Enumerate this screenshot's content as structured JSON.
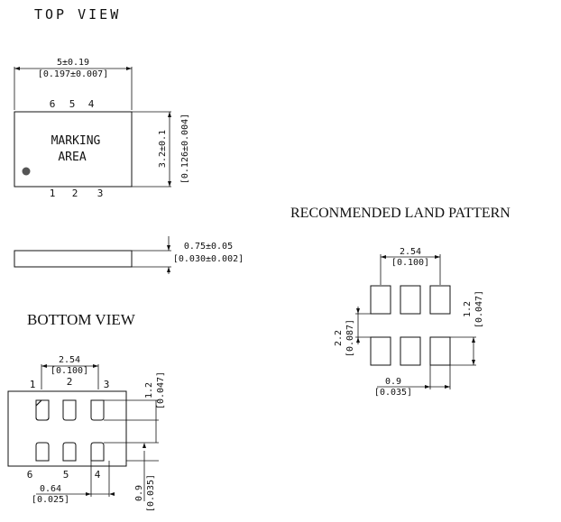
{
  "titles": {
    "top_view": "TOP VIEW",
    "bottom_view": "BOTTOM VIEW",
    "land_pattern": "RECONMENDED LAND PATTERN"
  },
  "top_view": {
    "marking_line1": "MARKING",
    "marking_line2": "AREA",
    "width_dim": "5±0.19",
    "width_dim_in": "[0.197±0.007]",
    "height_dim": "3.2±0.1",
    "height_dim_in": "[0.126±0.004]",
    "pins_top": [
      "6",
      "5",
      "4"
    ],
    "pins_bottom": [
      "1",
      "2",
      "3"
    ]
  },
  "side_view": {
    "thickness_dim": "0.75±0.05",
    "thickness_dim_in": "[0.030±0.002]"
  },
  "bottom_view": {
    "pitch_dim": "2.54",
    "pitch_dim_in": "[0.100]",
    "pin_len_dim": "1.2",
    "pin_len_dim_in": "[0.047]",
    "pad_width_dim": "0.64",
    "pad_width_dim_in": "[0.025]",
    "gap_dim": "0.9",
    "gap_dim_in": "[0.035]",
    "pins_top": [
      "1",
      "2",
      "3"
    ],
    "pins_bottom": [
      "6",
      "5",
      "4"
    ]
  },
  "land_pattern": {
    "pitch_dim": "2.54",
    "pitch_dim_in": "[0.100]",
    "pad_len_dim": "1.2",
    "pad_len_dim_in": "[0.047]",
    "row_span_dim": "2.2",
    "row_span_dim_in": "[0.087]",
    "pad_width_dim": "0.9",
    "pad_width_dim_in": "[0.035]"
  }
}
